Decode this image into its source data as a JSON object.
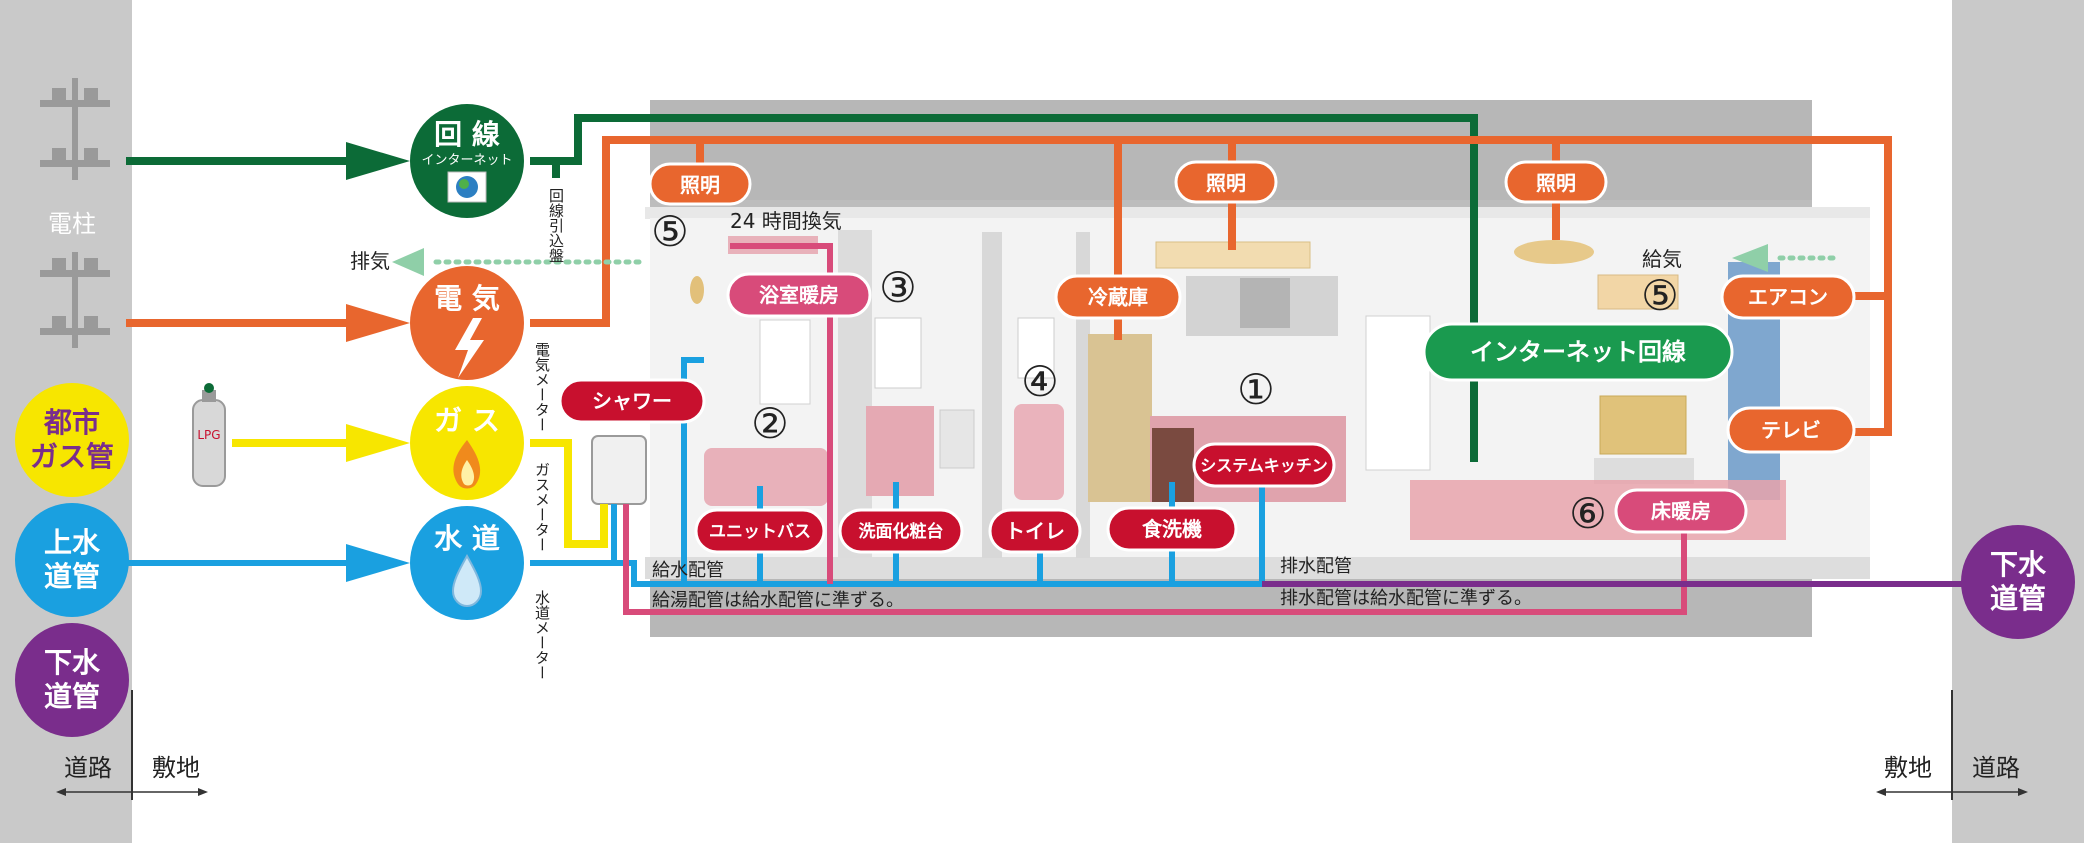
{
  "colors": {
    "internet": "#0c6b37",
    "electric": "#e8662e",
    "gas": "#f7e600",
    "water": "#1aa0e0",
    "sewer": "#7a2d8c",
    "hot": "#d84b7a",
    "red_label": "#c8102e",
    "house_gray": "#bdbdbd"
  },
  "sides": {
    "pole_label": "電柱",
    "left_road": "道路",
    "left_site": "敷地",
    "right_site": "敷地",
    "right_road": "道路"
  },
  "sources": {
    "city_gas": [
      "都市",
      "ガス管"
    ],
    "water_main": [
      "上水",
      "道管"
    ],
    "sewer_left": [
      "下水",
      "道管"
    ],
    "sewer_right": [
      "下水",
      "道管"
    ],
    "lpg": "LPG"
  },
  "utilities": {
    "line": {
      "title": "回 線",
      "sub": "インターネット"
    },
    "electric": {
      "title": "電 気"
    },
    "gas": {
      "title": "ガ ス"
    },
    "water": {
      "title": "水 道"
    }
  },
  "meters": {
    "line_panel": "回線引込盤",
    "electric_meter": "電気メーター",
    "gas_meter": "ガスメーター",
    "water_meter": "水道メーター"
  },
  "vent": {
    "exhaust": "排気",
    "supply": "給気",
    "ventilation_24h": "24 時間換気"
  },
  "labels": {
    "lighting_1": "照明",
    "lighting_2": "照明",
    "lighting_3": "照明",
    "bath_heater": "浴室暖房",
    "fridge": "冷蔵庫",
    "aircon": "エアコン",
    "internet_line": "インターネット回線",
    "shower": "シャワー",
    "tv": "テレビ",
    "system_kitchen": "システムキッチン",
    "unit_bath": "ユニットバス",
    "vanity": "洗面化粧台",
    "toilet": "トイレ",
    "dishwasher": "食洗機",
    "floor_heating": "床暖房"
  },
  "numbers": {
    "n1": "①",
    "n2": "②",
    "n3": "③",
    "n4": "④",
    "n5a": "⑤",
    "n5b": "⑤",
    "n6": "⑥"
  },
  "pipes": {
    "water_supply": "給水配管",
    "hot_supply": "給湯配管は給水配管に準ずる。",
    "drain": "排水配管",
    "drain_note": "排水配管は給水配管に準ずる。"
  }
}
